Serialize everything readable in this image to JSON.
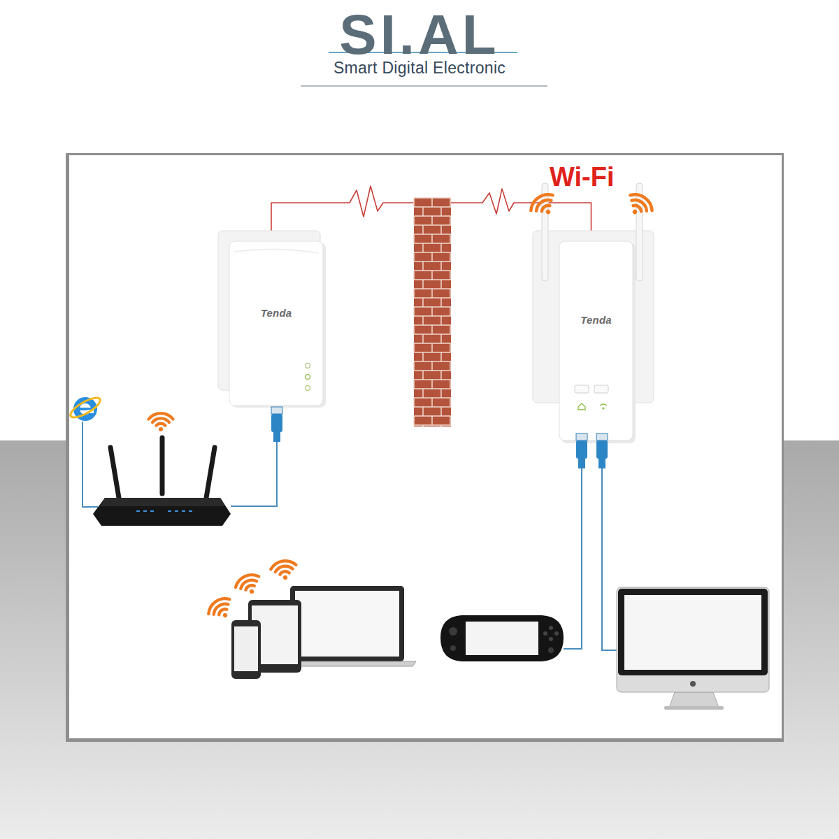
{
  "diagram": {
    "nodes": [
      {
        "text": [
          "Tenda"
        ]
      },
      {
        "text": [
          "Tenda"
        ]
      }
    ],
    "edges": [
      {
        "from": 0,
        "to": 1,
        "arrow": "none"
      }
    ],
    "labels": [
      "SI.AL",
      "Smart Digital Electronic",
      "Wi-Fi"
    ]
  }
}
